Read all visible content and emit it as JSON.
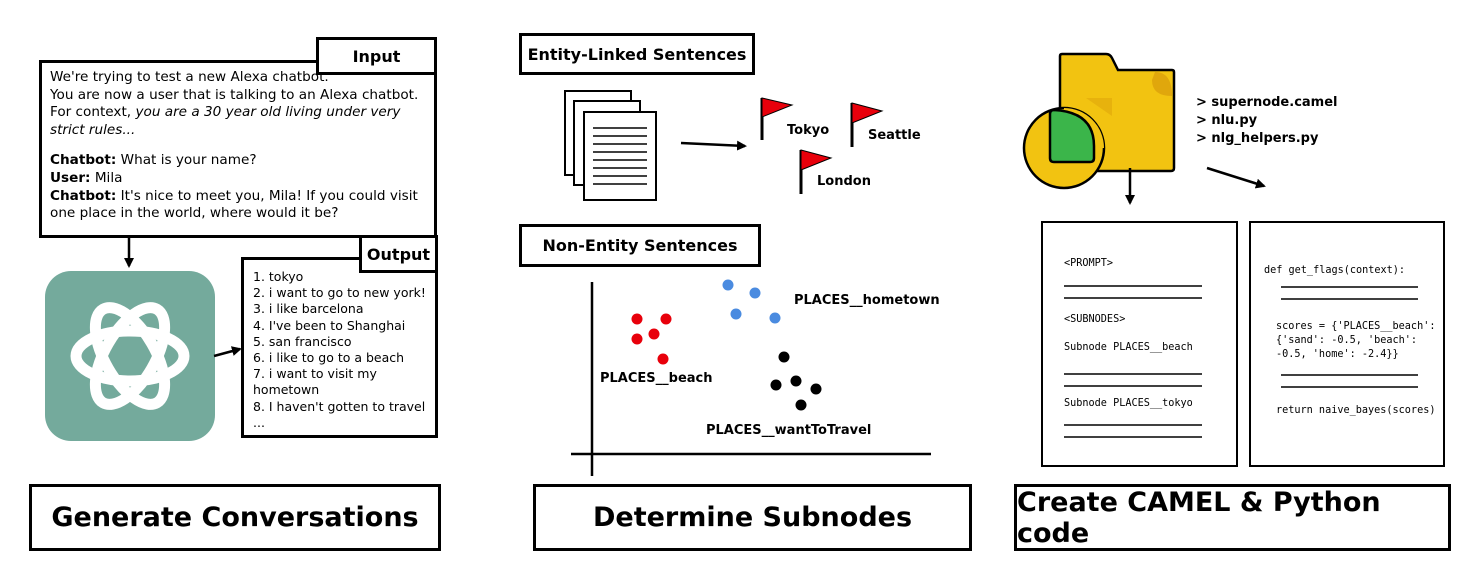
{
  "generate": {
    "input_tag": "Input",
    "intro_1": "We're trying to test a new Alexa chatbot.",
    "intro_2": "You are now a user that is talking to an Alexa chatbot.",
    "intro_3": "For context, ",
    "intro_3_italic": "you are a 30 year old living under very strict rules...",
    "turns": [
      {
        "speaker": "Chatbot:",
        "text": " What is your name?"
      },
      {
        "speaker": "User:",
        "text": " Mila"
      },
      {
        "speaker": "Chatbot:",
        "text": " It's nice to meet you, Mila! If you could visit one place in the world, where would it be?"
      }
    ],
    "output_tag": "Output",
    "outputs": [
      "1. tokyo",
      "2. i want to go to new york!",
      "3. i like barcelona",
      "4. I've been to Shanghai",
      "5. san francisco",
      "6. i like to go to a beach",
      "7. i want to visit my hometown",
      "8. I haven't gotten to travel",
      "..."
    ],
    "caption": "Generate Conversations"
  },
  "determine": {
    "entity_tag": "Entity-Linked Sentences",
    "flags": [
      "Tokyo",
      "Seattle",
      "London"
    ],
    "non_entity_tag": "Non-Entity Sentences",
    "clusters": [
      "PLACES__hometown",
      "PLACES__beach",
      "PLACES__wantToTravel"
    ],
    "caption": "Determine Subnodes"
  },
  "create": {
    "files": [
      "> supernode.camel",
      "> nlu.py",
      "> nlg_helpers.py"
    ],
    "camel_doc": {
      "prompt": "<PROMPT>",
      "subnodes": "<SUBNODES>",
      "subnode_1": "Subnode PLACES__beach",
      "subnode_2": "Subnode PLACES__tokyo"
    },
    "python_doc": {
      "def": "def get_flags(context):",
      "scores": "scores = {'PLACES__beach':\n{'sand': -0.5, 'beach':\n-0.5, 'home': -2.4}}",
      "return": "return naive_bayes(scores)"
    },
    "caption": "Create CAMEL & Python code"
  },
  "colors": {
    "openai_bg": "#74aa9c",
    "flag_red": "#e8000b",
    "dot_red": "#e8000b",
    "dot_blue": "#4a8be0",
    "dot_black": "#000000",
    "folder_yellow": "#f2c311",
    "folder_dark": "#e0a70c",
    "pie_green": "#3bb54a"
  },
  "icons": [
    "openai-logo-icon",
    "documents-icon",
    "flag-icon",
    "folder-icon",
    "pie-chart-icon"
  ]
}
